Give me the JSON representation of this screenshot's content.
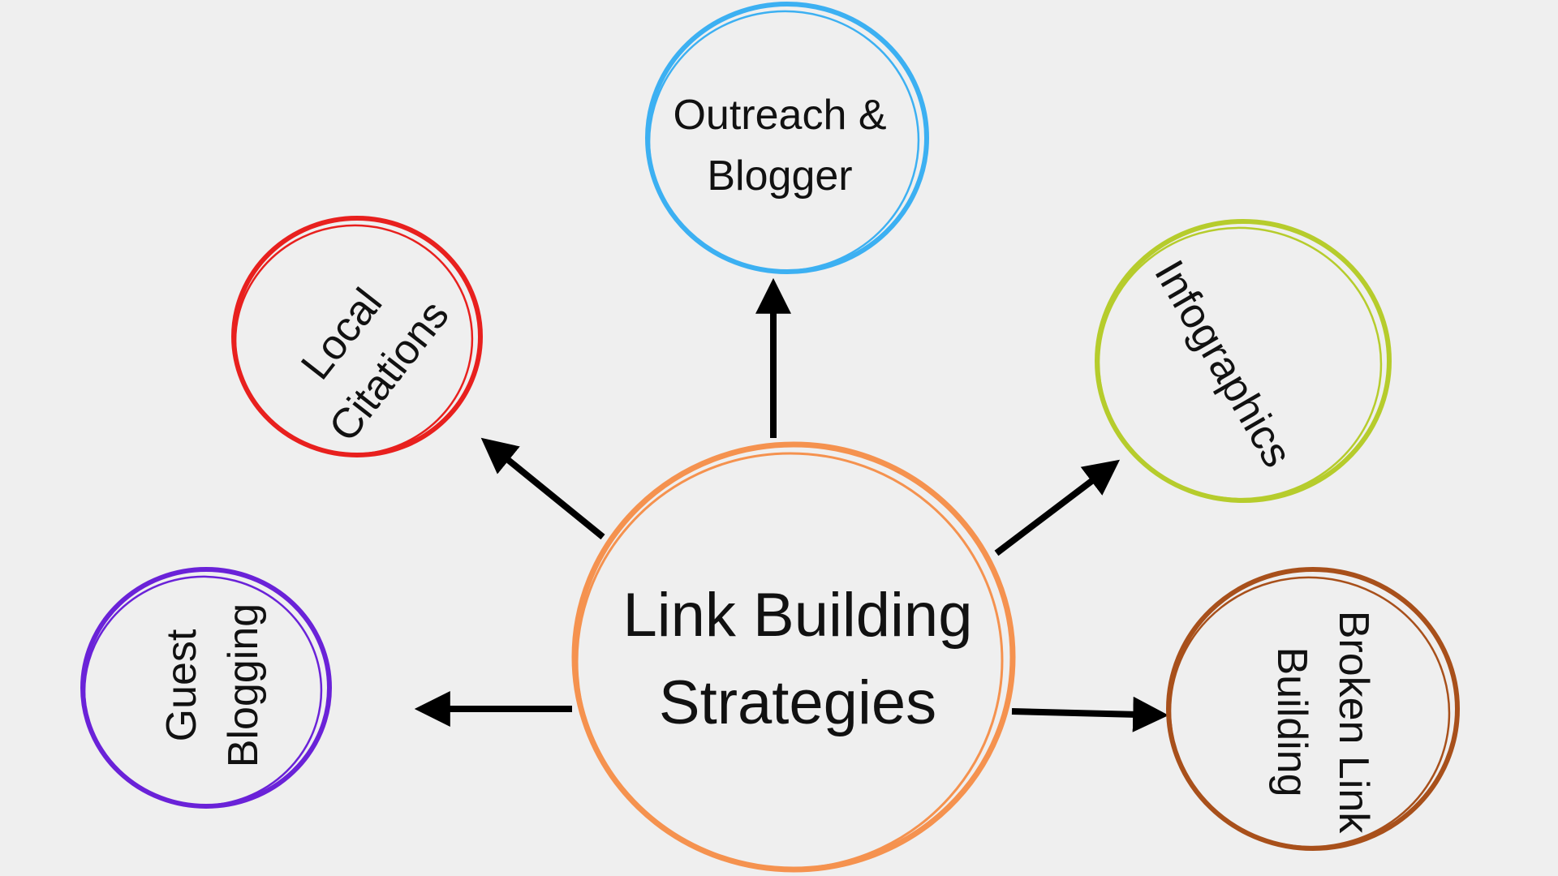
{
  "diagram": {
    "center": {
      "line1": "Link Building",
      "line2": "Strategies",
      "color": "#F5924F"
    },
    "nodes": {
      "outreach": {
        "line1": "Outreach &",
        "line2": "Blogger",
        "color": "#3CB0F2"
      },
      "local": {
        "line1": "Local",
        "line2": "Citations",
        "color": "#E8201E"
      },
      "infographics": {
        "line1": "Infographics",
        "color": "#B6CC2C"
      },
      "guest": {
        "line1": "Guest",
        "line2": "Blogging",
        "color": "#6A22D8"
      },
      "broken": {
        "line1": "Broken Link",
        "line2": "Building",
        "color": "#A8501B"
      }
    },
    "arrow_color": "#000000",
    "background": "#EFEFEF"
  }
}
